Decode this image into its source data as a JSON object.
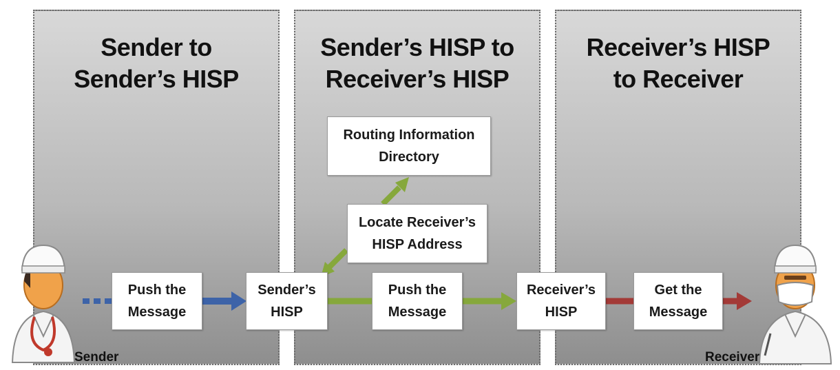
{
  "panels": [
    {
      "title": "Sender to\nSender’s HISP"
    },
    {
      "title": "Sender’s HISP  to\nReceiver’s HISP"
    },
    {
      "title": "Receiver’s HISP\nto Receiver"
    }
  ],
  "boxes": {
    "push1": "Push the\nMessage",
    "senders_hisp": "Sender’s\nHISP",
    "push2": "Push the\nMessage",
    "receivers_hisp": "Receiver’s\nHISP",
    "get": "Get the\nMessage",
    "routing_directory": "Routing Information\nDirectory",
    "locate": "Locate Receiver’s\nHISP Address"
  },
  "people": {
    "sender": "Sender",
    "receiver": "Receiver"
  },
  "colors": {
    "blue_arrow": "#3d63a8",
    "green_arrow": "#86a83c",
    "red_arrow": "#a33a37"
  },
  "icons": [
    "doctor-icon",
    "nurse-icon"
  ]
}
